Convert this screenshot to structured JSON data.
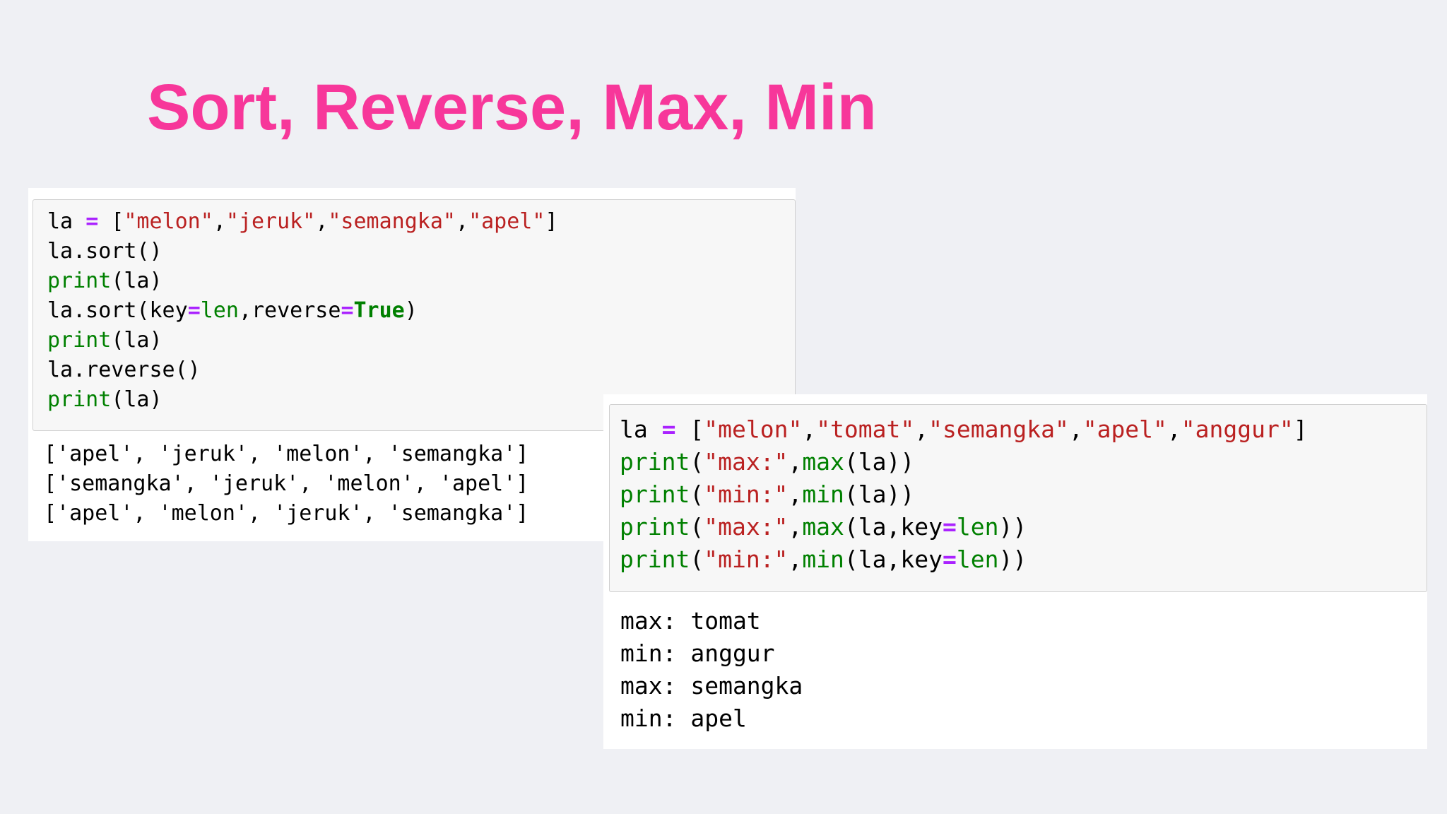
{
  "slide": {
    "title": "Sort, Reverse, Max, Min"
  },
  "cell1": {
    "code": [
      [
        {
          "t": "la ",
          "c": ""
        },
        {
          "t": "=",
          "c": "operator"
        },
        {
          "t": " [",
          "c": ""
        },
        {
          "t": "\"melon\"",
          "c": "string"
        },
        {
          "t": ",",
          "c": ""
        },
        {
          "t": "\"jeruk\"",
          "c": "string"
        },
        {
          "t": ",",
          "c": ""
        },
        {
          "t": "\"semangka\"",
          "c": "string"
        },
        {
          "t": ",",
          "c": ""
        },
        {
          "t": "\"apel\"",
          "c": "string"
        },
        {
          "t": "]",
          "c": ""
        }
      ],
      [
        {
          "t": "la.sort()",
          "c": ""
        }
      ],
      [
        {
          "t": "print",
          "c": "builtin"
        },
        {
          "t": "(la)",
          "c": ""
        }
      ],
      [
        {
          "t": "la.sort(key",
          "c": ""
        },
        {
          "t": "=",
          "c": "operator"
        },
        {
          "t": "len",
          "c": "builtin"
        },
        {
          "t": ",reverse",
          "c": ""
        },
        {
          "t": "=",
          "c": "operator"
        },
        {
          "t": "True",
          "c": "keyword"
        },
        {
          "t": ")",
          "c": ""
        }
      ],
      [
        {
          "t": "print",
          "c": "builtin"
        },
        {
          "t": "(la)",
          "c": ""
        }
      ],
      [
        {
          "t": "la.reverse()",
          "c": ""
        }
      ],
      [
        {
          "t": "print",
          "c": "builtin"
        },
        {
          "t": "(la)",
          "c": ""
        }
      ]
    ],
    "output": [
      "['apel', 'jeruk', 'melon', 'semangka']",
      "['semangka', 'jeruk', 'melon', 'apel']",
      "['apel', 'melon', 'jeruk', 'semangka']"
    ]
  },
  "cell2": {
    "code": [
      [
        {
          "t": "la ",
          "c": ""
        },
        {
          "t": "=",
          "c": "operator"
        },
        {
          "t": " [",
          "c": ""
        },
        {
          "t": "\"melon\"",
          "c": "string"
        },
        {
          "t": ",",
          "c": ""
        },
        {
          "t": "\"tomat\"",
          "c": "string"
        },
        {
          "t": ",",
          "c": ""
        },
        {
          "t": "\"semangka\"",
          "c": "string"
        },
        {
          "t": ",",
          "c": ""
        },
        {
          "t": "\"apel\"",
          "c": "string"
        },
        {
          "t": ",",
          "c": ""
        },
        {
          "t": "\"anggur\"",
          "c": "string"
        },
        {
          "t": "]",
          "c": ""
        }
      ],
      [
        {
          "t": "print",
          "c": "builtin"
        },
        {
          "t": "(",
          "c": ""
        },
        {
          "t": "\"max:\"",
          "c": "string"
        },
        {
          "t": ",",
          "c": ""
        },
        {
          "t": "max",
          "c": "builtin"
        },
        {
          "t": "(la))",
          "c": ""
        }
      ],
      [
        {
          "t": "print",
          "c": "builtin"
        },
        {
          "t": "(",
          "c": ""
        },
        {
          "t": "\"min:\"",
          "c": "string"
        },
        {
          "t": ",",
          "c": ""
        },
        {
          "t": "min",
          "c": "builtin"
        },
        {
          "t": "(la))",
          "c": ""
        }
      ],
      [
        {
          "t": "print",
          "c": "builtin"
        },
        {
          "t": "(",
          "c": ""
        },
        {
          "t": "\"max:\"",
          "c": "string"
        },
        {
          "t": ",",
          "c": ""
        },
        {
          "t": "max",
          "c": "builtin"
        },
        {
          "t": "(la,key",
          "c": ""
        },
        {
          "t": "=",
          "c": "operator"
        },
        {
          "t": "len",
          "c": "builtin"
        },
        {
          "t": "))",
          "c": ""
        }
      ],
      [
        {
          "t": "print",
          "c": "builtin"
        },
        {
          "t": "(",
          "c": ""
        },
        {
          "t": "\"min:\"",
          "c": "string"
        },
        {
          "t": ",",
          "c": ""
        },
        {
          "t": "min",
          "c": "builtin"
        },
        {
          "t": "(la,key",
          "c": ""
        },
        {
          "t": "=",
          "c": "operator"
        },
        {
          "t": "len",
          "c": "builtin"
        },
        {
          "t": "))",
          "c": ""
        }
      ]
    ],
    "output": [
      "max: tomat",
      "min: anggur",
      "max: semangka",
      "min: apel"
    ]
  },
  "colors": {
    "title": "#f7379a",
    "string": "#ba2121",
    "builtin": "#008000",
    "keyword": "#008000",
    "operator": "#aa22ff",
    "background": "#eff0f4"
  }
}
